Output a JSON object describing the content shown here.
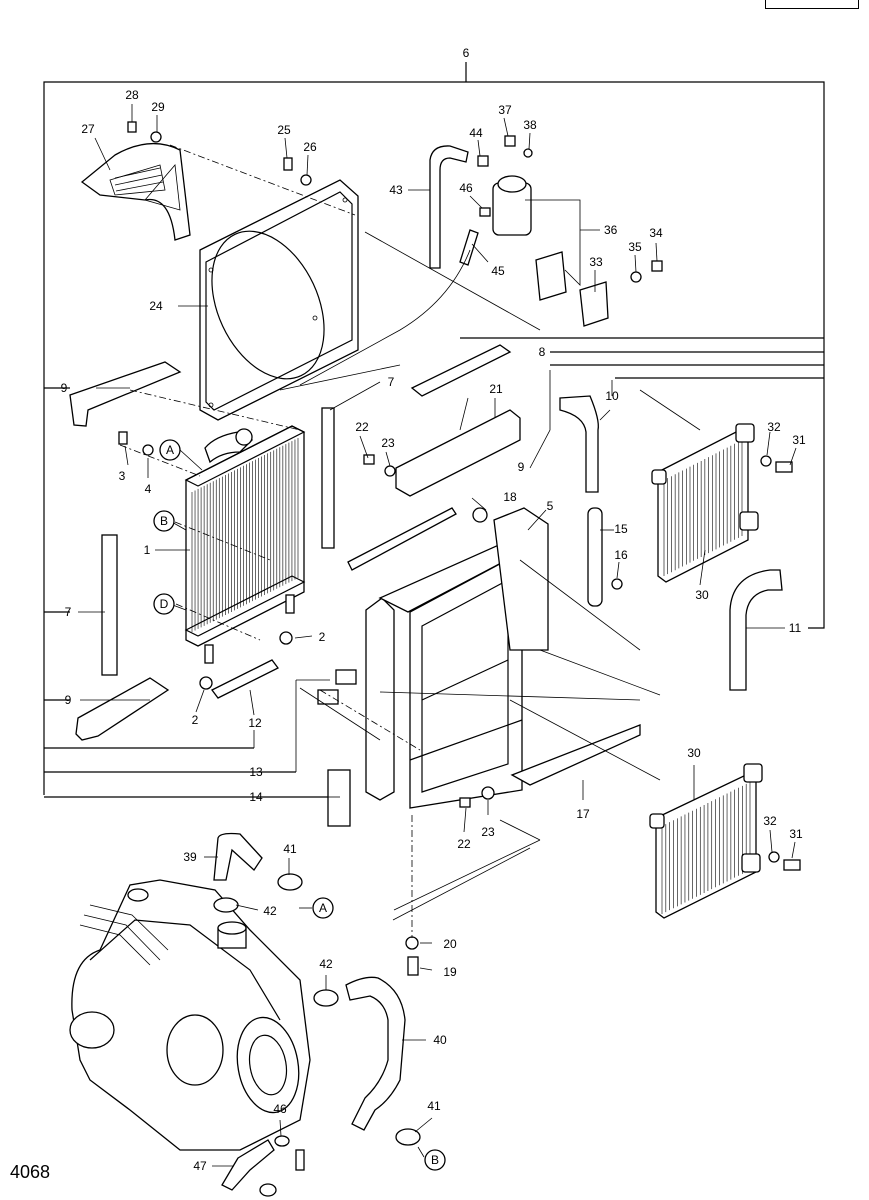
{
  "page_code": "4068",
  "labels": {
    "n1": "1",
    "n2": "2",
    "n3": "3",
    "n4": "4",
    "n5": "5",
    "n6": "6",
    "n7": "7",
    "n8": "8",
    "n9": "9",
    "n10": "10",
    "n11": "11",
    "n12": "12",
    "n13": "13",
    "n14": "14",
    "n15": "15",
    "n16": "16",
    "n17": "17",
    "n18": "18",
    "n19": "19",
    "n20": "20",
    "n21": "21",
    "n22": "22",
    "n23": "23",
    "n24": "24",
    "n25": "25",
    "n26": "26",
    "n27": "27",
    "n28": "28",
    "n29": "29",
    "n30": "30",
    "n31": "31",
    "n32": "32",
    "n33": "33",
    "n34": "34",
    "n35": "35",
    "n36": "36",
    "n37": "37",
    "n38": "38",
    "n39": "39",
    "n40": "40",
    "n41": "41",
    "n42": "42",
    "n43": "43",
    "n44": "44",
    "n45": "45",
    "n46": "46",
    "n47": "47",
    "A": "A",
    "B": "B",
    "D": "D"
  }
}
